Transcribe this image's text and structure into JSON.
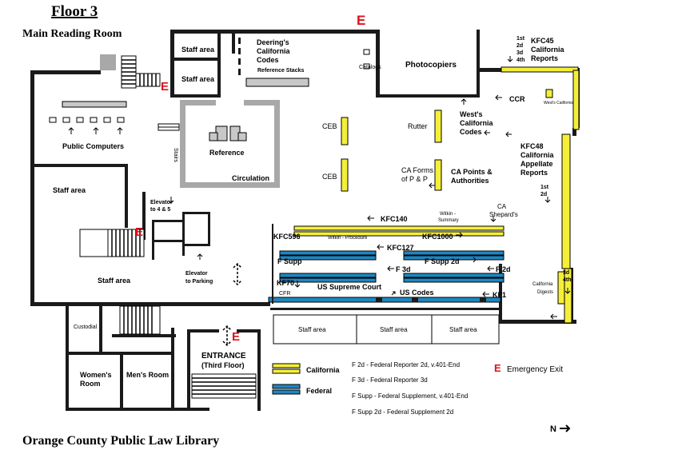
{
  "title": "Floor 3",
  "subtitle": "Main Reading Room",
  "footer": "Orange County Public Law Library",
  "north": "N",
  "exit_letter": "E",
  "colors": {
    "california": "#f5ef3a",
    "federal": "#1f86c0",
    "exit": "#e0101a",
    "wall": "#1a1a1a",
    "gray_wall": "#a8a8a8"
  },
  "rooms": {
    "staff_area_a": "Staff area",
    "staff_area_b": "Staff area",
    "staff_area_left": "Staff area",
    "staff_area_lower": "Staff area",
    "staff_area_s1": "Staff area",
    "staff_area_s2": "Staff area",
    "staff_area_s3": "Staff area",
    "reference": "Reference",
    "circulation": "Circulation",
    "public_computers": "Public Computers",
    "photocopiers": "Photocopiers",
    "catalogs": "Catalogs",
    "stairs": "Stairs",
    "elevator_upper": [
      "Elevator",
      "to 4 & 5"
    ],
    "elevator_parking": [
      "Elevator",
      "to Parking"
    ],
    "custodial": "Custodial",
    "womens_room": [
      "Women's",
      "Room"
    ],
    "mens_room": "Men's Room",
    "entrance": [
      "ENTRANCE",
      "(Third Floor)"
    ]
  },
  "labels": {
    "deerings": [
      "Deering's",
      "California",
      "Codes"
    ],
    "reference_stacks": "Reference Stacks",
    "floors_list": [
      "1st",
      "2d",
      "3d",
      "4th"
    ],
    "kfc45": [
      "KFC45",
      "California",
      "Reports"
    ],
    "ccr": "CCR",
    "wests_california": "West's California",
    "wests_codes": [
      "West's",
      "California",
      "Codes"
    ],
    "ceb_top": "CEB",
    "ceb_bottom": "CEB",
    "rutter": "Rutter",
    "ca_forms": [
      "CA Forms",
      "of P & P"
    ],
    "ca_points": [
      "CA Points &",
      "Authorities"
    ],
    "kfc48": [
      "KFC48",
      "California",
      "Appellate",
      "Reports"
    ],
    "floors_short": [
      "1st",
      "2d"
    ],
    "ca_shepards": [
      "CA",
      "Shepard's"
    ],
    "witkin_summary": [
      "Witkin -",
      "Summary"
    ],
    "kfc140": "KFC140",
    "kfc596": "KFC596",
    "witkin_procedure": "Witkin - Procedure",
    "kfc1000": "KFC1000",
    "kfc127": "KFC127",
    "f_supp": "F Supp",
    "f_supp_2d": "F Supp 2d",
    "f_3d": "F 3d",
    "f_2d": "F 2d",
    "kf70": "KF70",
    "us_supreme_court": "US Supreme Court",
    "cfr": "CFR",
    "us_codes": "US Codes",
    "kf1": "KF1",
    "floors_right": [
      "3d",
      "4th"
    ],
    "california_digests": [
      "California",
      "Digests"
    ]
  },
  "legend": {
    "california": "California",
    "federal": "Federal",
    "emergency_exit": "Emergency Exit",
    "abbreviations": [
      "F 2d - Federal Reporter 2d, v.401-End",
      "F 3d - Federal Reporter 3d",
      "F Supp - Federal Supplement, v.401-End",
      "F Supp 2d - Federal Supplement 2d"
    ]
  }
}
